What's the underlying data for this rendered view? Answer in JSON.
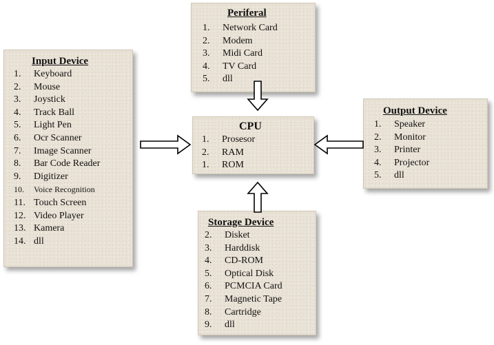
{
  "peripheral": {
    "title": "Periferal",
    "items": [
      {
        "n": "1.",
        "label": "Network Card"
      },
      {
        "n": "2.",
        "label": "Modem"
      },
      {
        "n": "3.",
        "label": "Midi Card"
      },
      {
        "n": "4.",
        "label": "TV Card"
      },
      {
        "n": "5.",
        "label": "dll"
      }
    ]
  },
  "input": {
    "title": "Input Device",
    "items": [
      {
        "n": "1.",
        "label": "Keyboard"
      },
      {
        "n": "2.",
        "label": "Mouse"
      },
      {
        "n": "3.",
        "label": "Joystick"
      },
      {
        "n": "4.",
        "label": "Track Ball"
      },
      {
        "n": "5.",
        "label": "Light Pen"
      },
      {
        "n": "6.",
        "label": "Ocr Scanner"
      },
      {
        "n": "7.",
        "label": "Image Scanner"
      },
      {
        "n": "8.",
        "label": "Bar Code Reader"
      },
      {
        "n": "9.",
        "label": "Digitizer"
      },
      {
        "n": "10.",
        "label": "Voice Recognition"
      },
      {
        "n": "11.",
        "label": "Touch Screen"
      },
      {
        "n": "12.",
        "label": "Video Player"
      },
      {
        "n": "13.",
        "label": "Kamera"
      },
      {
        "n": "14.",
        "label": "dll"
      }
    ]
  },
  "cpu": {
    "title": "CPU",
    "items": [
      {
        "n": "1.",
        "label": "Prosesor"
      },
      {
        "n": "2.",
        "label": "RAM"
      },
      {
        "n": "1.",
        "label": "ROM"
      }
    ]
  },
  "output": {
    "title": "Output Device",
    "items": [
      {
        "n": "1.",
        "label": "Speaker"
      },
      {
        "n": "2.",
        "label": "Monitor"
      },
      {
        "n": "3.",
        "label": "Printer"
      },
      {
        "n": "4.",
        "label": "Projector"
      },
      {
        "n": "5.",
        "label": "dll"
      }
    ]
  },
  "storage": {
    "title": "Storage Device",
    "items": [
      {
        "n": "2.",
        "label": "Disket"
      },
      {
        "n": "3.",
        "label": "Harddisk"
      },
      {
        "n": "4.",
        "label": "CD-ROM"
      },
      {
        "n": "5.",
        "label": "Optical Disk"
      },
      {
        "n": "6.",
        "label": "PCMCIA Card"
      },
      {
        "n": "7.",
        "label": "Magnetic Tape"
      },
      {
        "n": "8.",
        "label": "Cartridge"
      },
      {
        "n": "9.",
        "label": "dll"
      }
    ]
  }
}
